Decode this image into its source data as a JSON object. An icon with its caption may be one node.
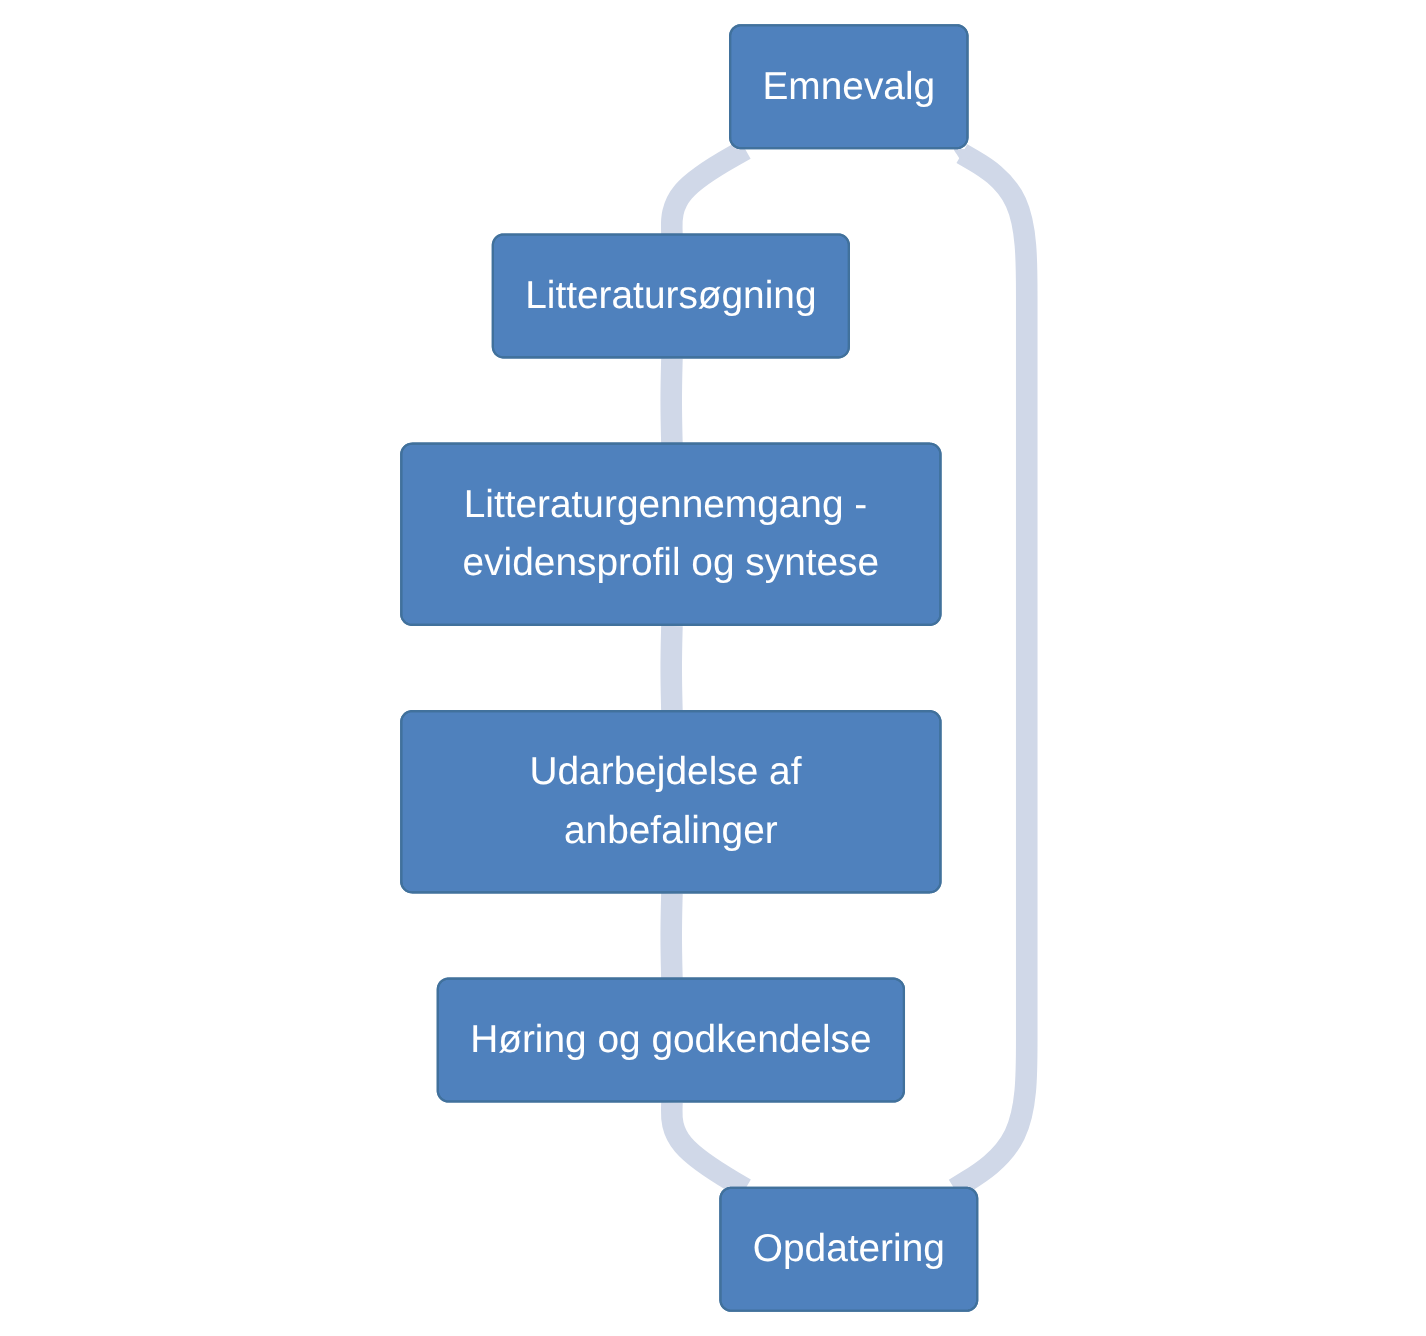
{
  "diagram": {
    "nodes": [
      {
        "text": [
          "Emnevalg"
        ]
      },
      {
        "text": [
          "Litteratursøgning"
        ]
      },
      {
        "text": [
          "Litteraturgennemgang - evidensprofil og syntese"
        ]
      },
      {
        "text": [
          "Udarbejdelse af anbefalinger"
        ]
      },
      {
        "text": [
          "Høring og godkendelse"
        ]
      },
      {
        "text": [
          "Opdatering"
        ]
      }
    ],
    "edges": [
      {
        "from": 0,
        "to": 1,
        "arrow": "none"
      },
      {
        "from": 1,
        "to": 2,
        "arrow": "none"
      },
      {
        "from": 2,
        "to": 3,
        "arrow": "none"
      },
      {
        "from": 3,
        "to": 4,
        "arrow": "none"
      },
      {
        "from": 4,
        "to": 5,
        "arrow": "none"
      },
      {
        "from": 5,
        "to": 0,
        "arrow": "to"
      }
    ]
  }
}
